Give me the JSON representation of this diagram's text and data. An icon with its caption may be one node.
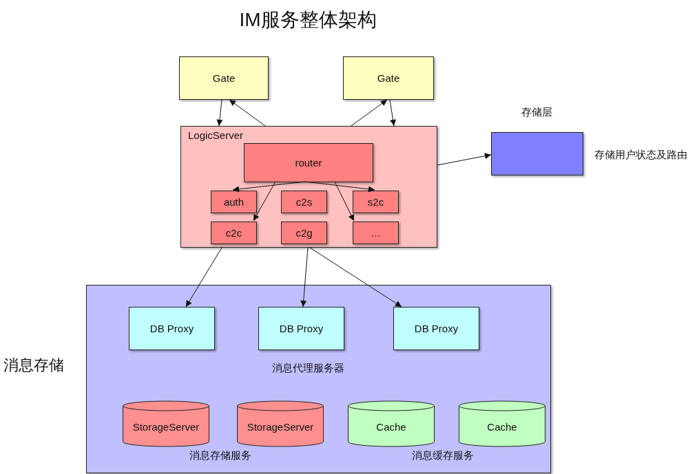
{
  "diagram": {
    "title": "IM服务整体架构",
    "nodes": [
      {
        "text": [
          "Gate"
        ]
      },
      {
        "text": [
          "Gate"
        ]
      },
      {
        "text": [
          "LogicServer"
        ]
      },
      {
        "text": [
          "router"
        ],
        "in": 2
      },
      {
        "text": [
          "auth"
        ],
        "in": 2
      },
      {
        "text": [
          "c2s"
        ],
        "in": 2
      },
      {
        "text": [
          "s2c"
        ],
        "in": 2
      },
      {
        "text": [
          "c2c"
        ],
        "in": 2
      },
      {
        "text": [
          "c2g"
        ],
        "in": 2
      },
      {
        "text": [
          "…"
        ],
        "in": 2
      },
      {
        "text": [],
        "shape": "box",
        "beside": [
          "存储层",
          "存储用户状态及路由"
        ]
      },
      {
        "text": [
          "消息存储"
        ]
      },
      {
        "text": [
          "DB Proxy"
        ],
        "in": 11
      },
      {
        "text": [
          "DB Proxy"
        ],
        "in": 11
      },
      {
        "text": [
          "DB Proxy"
        ],
        "in": 11
      },
      {
        "text": [
          "StorageServer"
        ],
        "in": 11
      },
      {
        "text": [
          "StorageServer"
        ],
        "in": 11
      },
      {
        "text": [
          "Cache"
        ],
        "in": 11
      },
      {
        "text": [
          "Cache"
        ],
        "in": 11
      }
    ],
    "edges": [
      {
        "from": 2,
        "to": 0,
        "arrow": "to"
      },
      {
        "from": 0,
        "to": 2,
        "arrow": "to"
      },
      {
        "from": 2,
        "to": 1,
        "arrow": "to"
      },
      {
        "from": 1,
        "to": 2,
        "arrow": "to"
      },
      {
        "from": 3,
        "to": 4,
        "arrow": "to"
      },
      {
        "from": 3,
        "to": 6,
        "arrow": "to"
      },
      {
        "from": 3,
        "to": 7,
        "arrow": "to"
      },
      {
        "from": 3,
        "to": 9,
        "arrow": "to"
      },
      {
        "from": 2,
        "to": 10,
        "arrow": "to"
      },
      {
        "from": 2,
        "to": 12,
        "arrow": "to"
      },
      {
        "from": 2,
        "to": 13,
        "arrow": "to"
      },
      {
        "from": 2,
        "to": 14,
        "arrow": "to"
      }
    ],
    "labels": [
      "消息代理服务器",
      "消息存储服务",
      "消息缓存服务"
    ]
  }
}
